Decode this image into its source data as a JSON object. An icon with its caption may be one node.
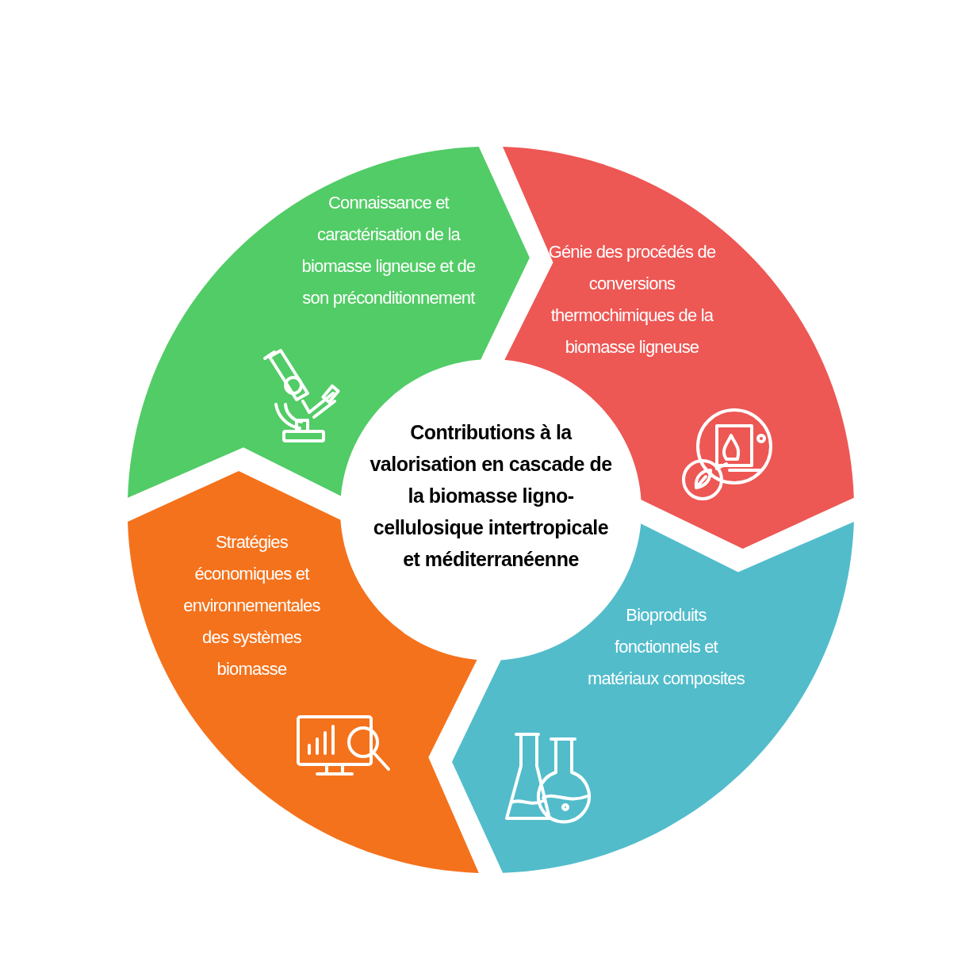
{
  "diagram": {
    "nodes": [
      {
        "text": [
          "Connaissance et caractérisation de la biomasse ligneuse et de son préconditionnement"
        ]
      },
      {
        "text": [
          "Génie des procédés de conversions thermochimiques de la biomasse ligneuse"
        ]
      },
      {
        "text": [
          "Bioproduits fonctionnels et matériaux composites"
        ]
      },
      {
        "text": [
          "Stratégies économiques et environnementales des systèmes biomasse"
        ]
      },
      {
        "text": [
          "Contributions à la valorisation en cascade de la biomasse ligno-cellulosique intertropicale et méditerranéenne"
        ]
      }
    ]
  }
}
